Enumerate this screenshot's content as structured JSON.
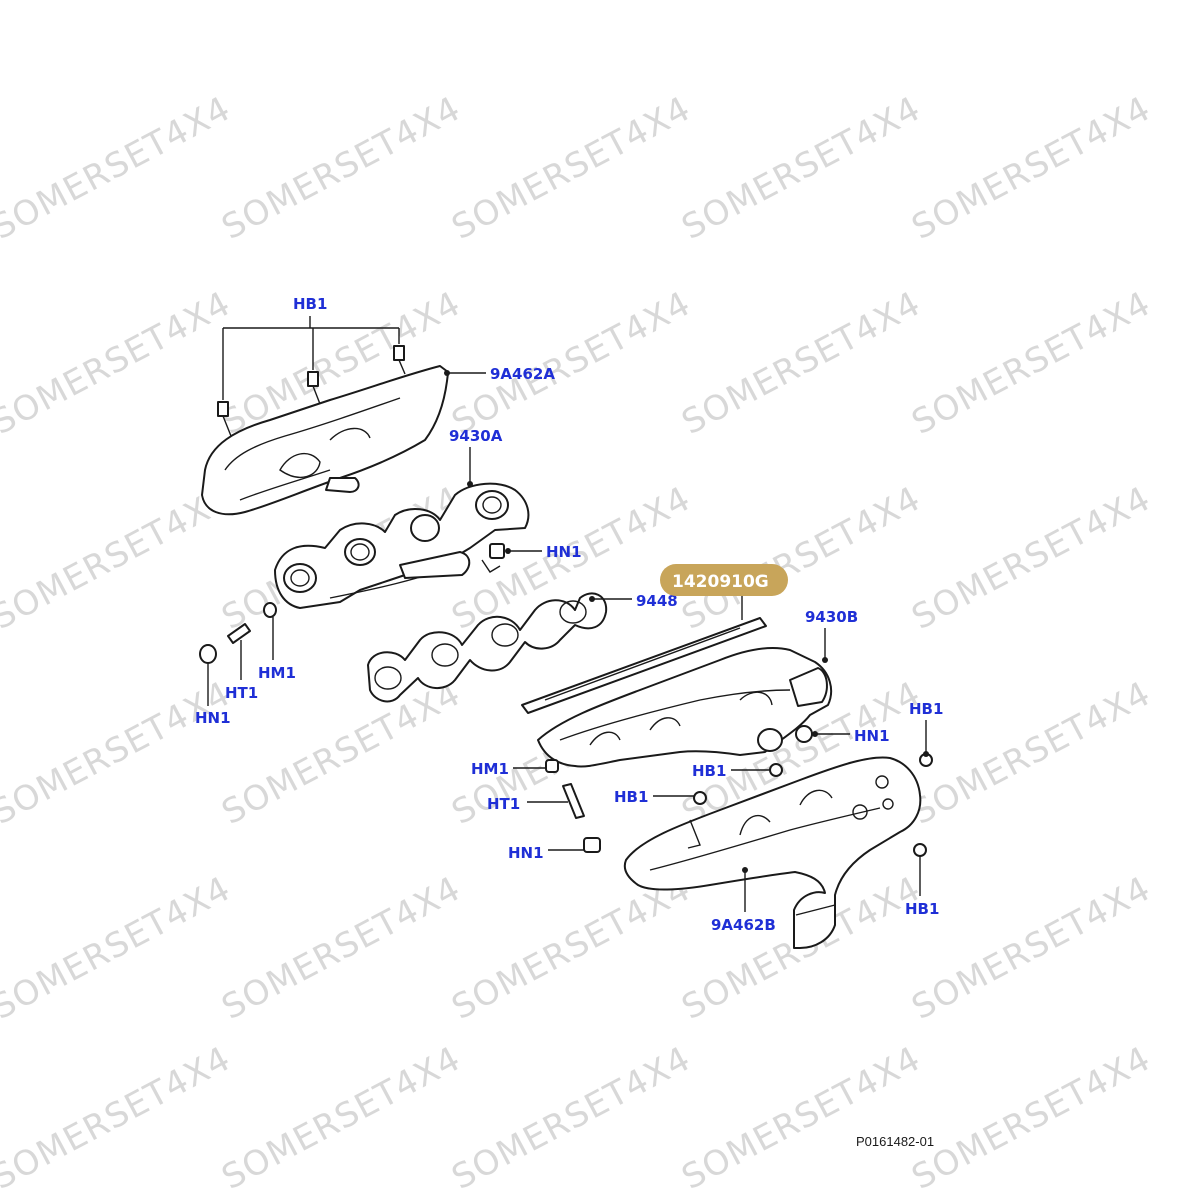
{
  "watermark": "SOMERSET4X4",
  "reference": "P0161482-01",
  "highlight": {
    "label": "1420910G",
    "color": "#c8a55a"
  },
  "colors": {
    "callout": "#1f2fd6",
    "line": "#1a1a1a",
    "watermark": "#d8d8d8"
  },
  "callouts": {
    "hb1_top": "HB1",
    "shield_a": "9A462A",
    "manifold_a": "9430A",
    "hn1_a": "HN1",
    "gasket": "9448",
    "manifold_b": "9430B",
    "hn1_left": "HN1",
    "ht1_left": "HT1",
    "hm1_left": "HM1",
    "hn1_b": "HN1",
    "hb1_right_top": "HB1",
    "hm1_b": "HM1",
    "hb1_b1": "HB1",
    "hb1_b2": "HB1",
    "ht1_b": "HT1",
    "hn1_bottom": "HN1",
    "shield_b": "9A462B",
    "hb1_right_bottom": "HB1"
  }
}
